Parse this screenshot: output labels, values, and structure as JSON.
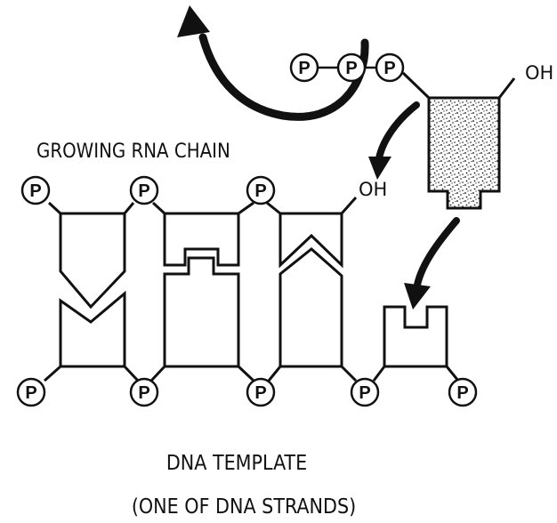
{
  "labels": {
    "growing_chain": "GROWING RNA CHAIN",
    "dna_template": "DNA TEMPLATE",
    "dna_template_sub": "(ONE OF DNA STRANDS)",
    "hydroxyl": "OH",
    "phosphate": "P"
  }
}
